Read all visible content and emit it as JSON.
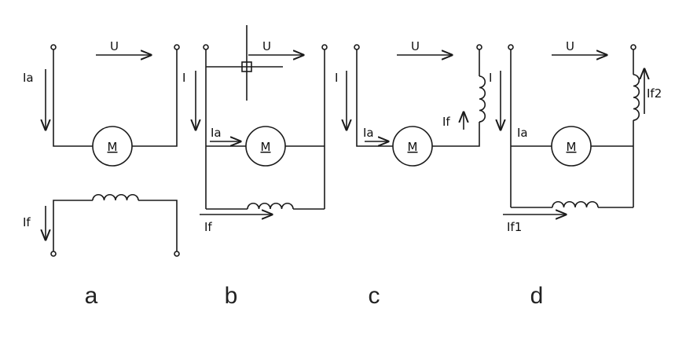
{
  "panels": [
    {
      "caption": "a",
      "voltage": "U",
      "armature_current": "Ia",
      "field_current": "If",
      "motor": "M"
    },
    {
      "caption": "b",
      "voltage": "U",
      "line_current": "I",
      "armature_current": "Ia",
      "field_current": "If",
      "motor": "M"
    },
    {
      "caption": "c",
      "voltage": "U",
      "line_current": "I",
      "armature_current": "Ia",
      "field_current": "If",
      "motor": "M"
    },
    {
      "caption": "d",
      "voltage": "U",
      "line_current": "I",
      "armature_current": "Ia",
      "field_current_1": "If1",
      "field_current_2": "If2",
      "motor": "M"
    }
  ]
}
